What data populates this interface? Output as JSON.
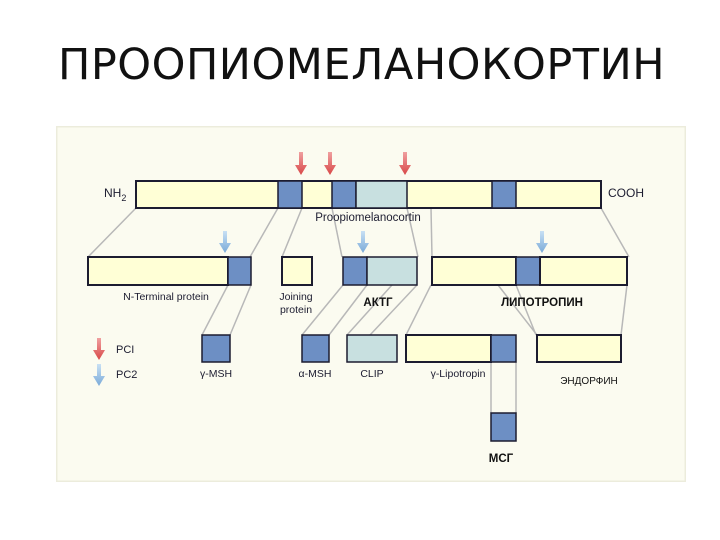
{
  "slide": {
    "title": "ПРООПИОМЕЛАНОКОРТИН"
  },
  "diagram": {
    "nh2": "NH",
    "nh2_sub": "2",
    "cooh": "COOH",
    "precursor": "Proopiomelanocortin",
    "n_terminal": "N-Terminal protein",
    "joining_1": "Joining",
    "joining_2": "protein",
    "actg": "АКТГ",
    "lipotropin": "ЛИПОТРОПИН",
    "gamma_msh": "γ-MSH",
    "alpha_msh": "α-MSH",
    "clip": "CLIP",
    "gamma_lipotropin": "γ-Lipotropin",
    "endorphin": "ЭНДОРФИН",
    "msg": "МСГ",
    "legend_pc1": "PCI",
    "legend_pc2": "PC2",
    "colors": {
      "background": "#fbfbf0",
      "bar_fill": "#ffffd6",
      "msh_fill": "#6d8fc4",
      "clip_fill": "#c8e0e0",
      "pc1_arrow": "#e06060",
      "pc2_arrow": "#8ab8e0",
      "connector": "#b8b8b8"
    }
  }
}
